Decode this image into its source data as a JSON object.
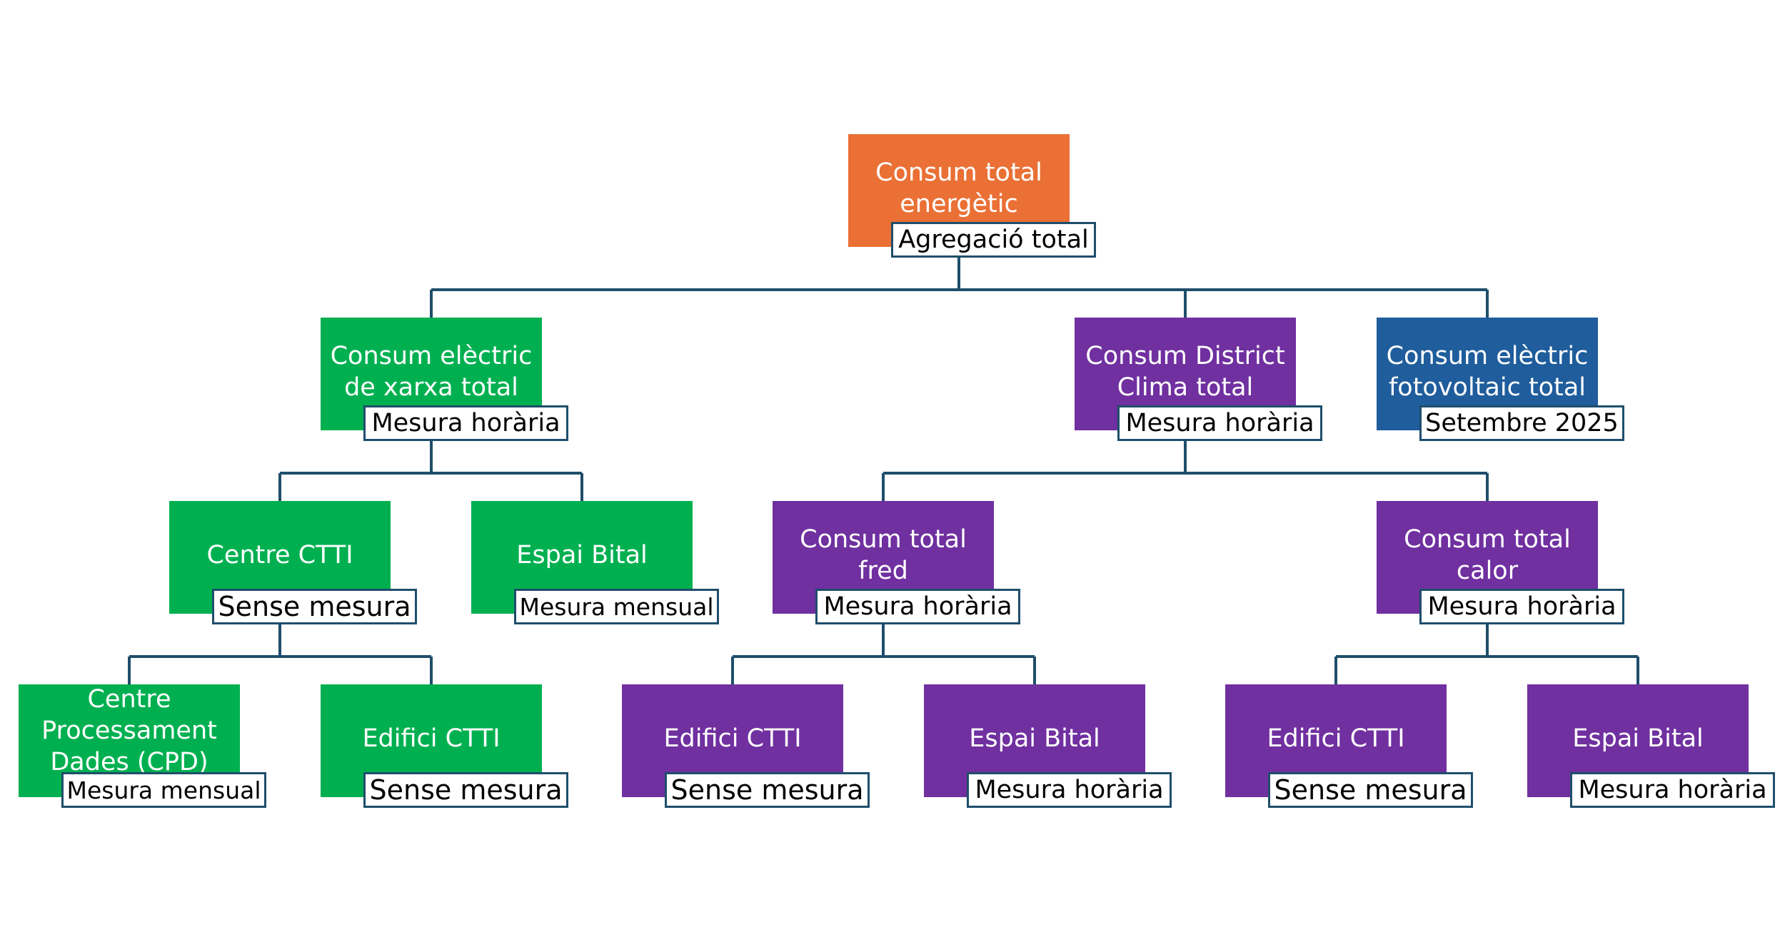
{
  "colors": {
    "orange": "#ea7035",
    "green": "#00b050",
    "purple": "#7030a0",
    "blue": "#1f5d9c",
    "connector": "#1f4e6b"
  },
  "nodes": {
    "root": {
      "title": "Consum total\nenergètic",
      "tag": "Agregació total"
    },
    "grid_total": {
      "title": "Consum elèctric\nde xarxa total",
      "tag": "Mesura horària"
    },
    "district_total": {
      "title": "Consum District\nClima total",
      "tag": "Mesura horària"
    },
    "pv_total": {
      "title": "Consum elèctric\nfotovoltaic total",
      "tag": "Setembre 2025"
    },
    "centre_ctti": {
      "title": "Centre CTTI",
      "tag": "Sense mesura"
    },
    "espai_bital_grid": {
      "title": "Espai Bital",
      "tag": "Mesura mensual"
    },
    "cold_total": {
      "title": "Consum total\nfred",
      "tag": "Mesura horària"
    },
    "heat_total": {
      "title": "Consum total\ncalor",
      "tag": "Mesura horària"
    },
    "cpd": {
      "title": "Centre\nProcessament\nDades (CPD)",
      "tag": "Mesura mensual"
    },
    "edifici_ctti_grid": {
      "title": "Edifici CTTI",
      "tag": "Sense mesura"
    },
    "edifici_ctti_cold": {
      "title": "Edifici CTTI",
      "tag": "Sense mesura"
    },
    "espai_bital_cold": {
      "title": "Espai Bital",
      "tag": "Mesura horària"
    },
    "edifici_ctti_heat": {
      "title": "Edifici CTTI",
      "tag": "Sense mesura"
    },
    "espai_bital_heat": {
      "title": "Espai Bital",
      "tag": "Mesura horària"
    }
  }
}
